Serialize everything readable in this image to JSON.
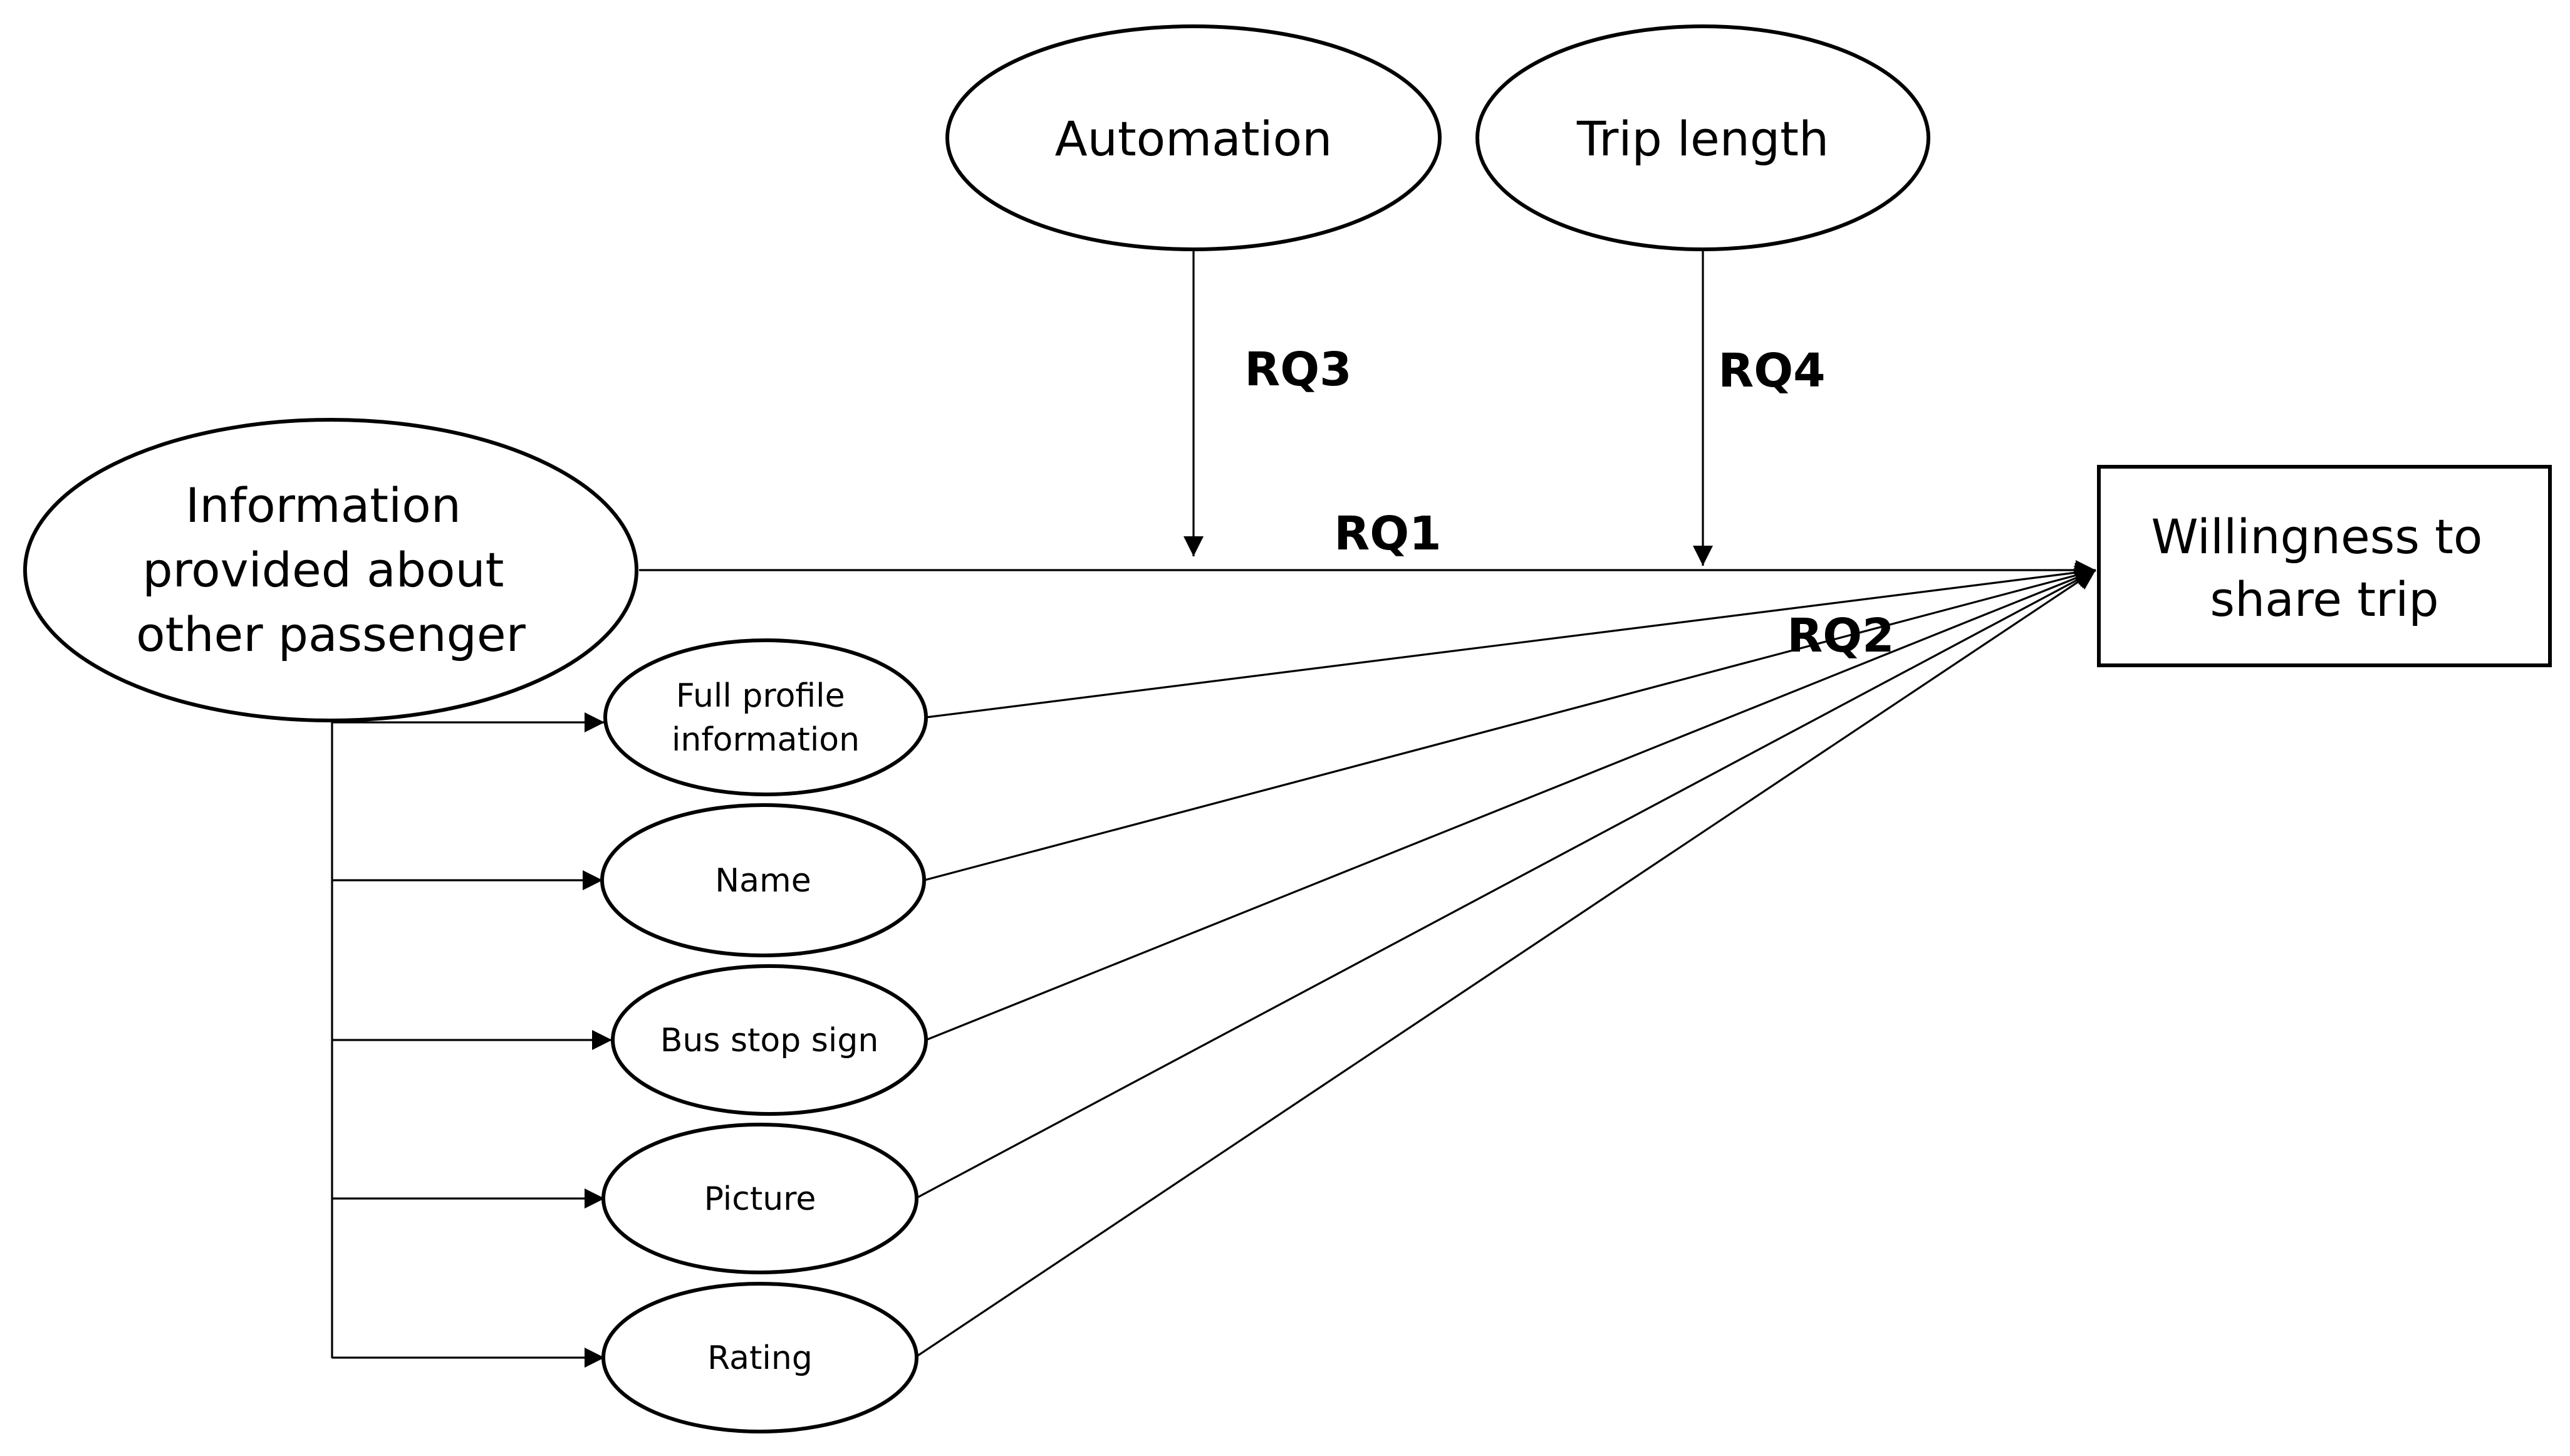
{
  "nodes": {
    "automation": "Automation",
    "trip_length": "Trip length",
    "information": [
      "Information",
      "provided about",
      "other passenger"
    ],
    "willingness": [
      "Willingness to",
      "share trip"
    ],
    "full_profile": [
      "Full profile",
      "information"
    ],
    "name": "Name",
    "bus_stop_sign": "Bus stop sign",
    "picture": "Picture",
    "rating": "Rating"
  },
  "labels": {
    "rq1": "RQ1",
    "rq2": "RQ2",
    "rq3": "RQ3",
    "rq4": "RQ4"
  }
}
